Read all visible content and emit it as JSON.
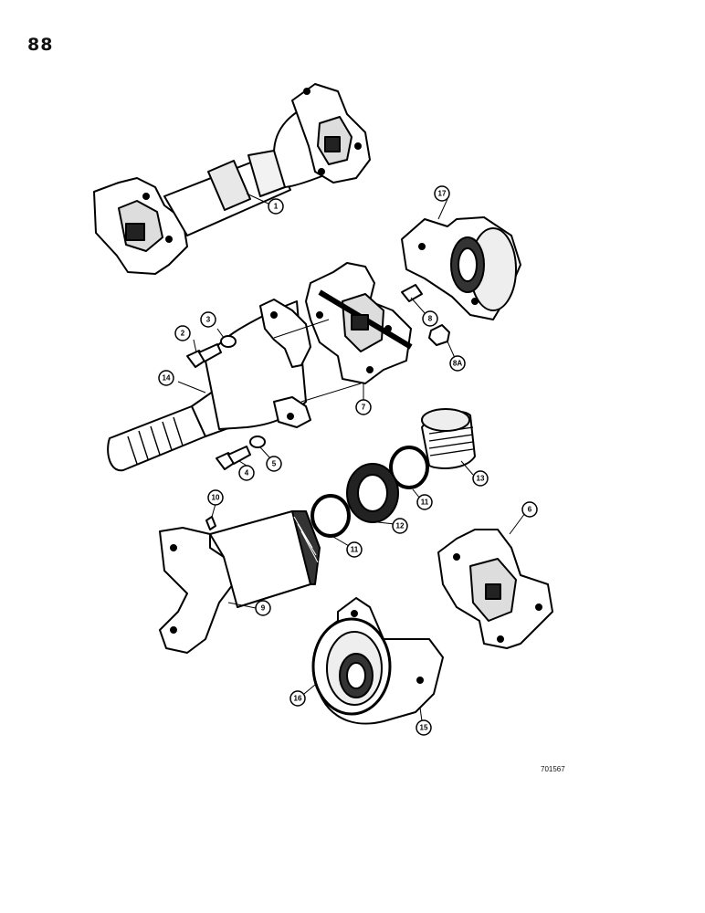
{
  "page_number": "88",
  "figure_id": "701567",
  "callouts": [
    {
      "id": "c1",
      "label": "1"
    },
    {
      "id": "c17",
      "label": "17"
    },
    {
      "id": "c8",
      "label": "8"
    },
    {
      "id": "c8a",
      "label": "8A"
    },
    {
      "id": "c2",
      "label": "2"
    },
    {
      "id": "c3",
      "label": "3"
    },
    {
      "id": "c14",
      "label": "14"
    },
    {
      "id": "c7",
      "label": "7"
    },
    {
      "id": "c4",
      "label": "4"
    },
    {
      "id": "c5",
      "label": "5"
    },
    {
      "id": "c13",
      "label": "13"
    },
    {
      "id": "c11a",
      "label": "11"
    },
    {
      "id": "c12",
      "label": "12"
    },
    {
      "id": "c11b",
      "label": "11"
    },
    {
      "id": "c10",
      "label": "10"
    },
    {
      "id": "c6",
      "label": "6"
    },
    {
      "id": "c9",
      "label": "9"
    },
    {
      "id": "c16",
      "label": "16"
    },
    {
      "id": "c15",
      "label": "15"
    }
  ]
}
